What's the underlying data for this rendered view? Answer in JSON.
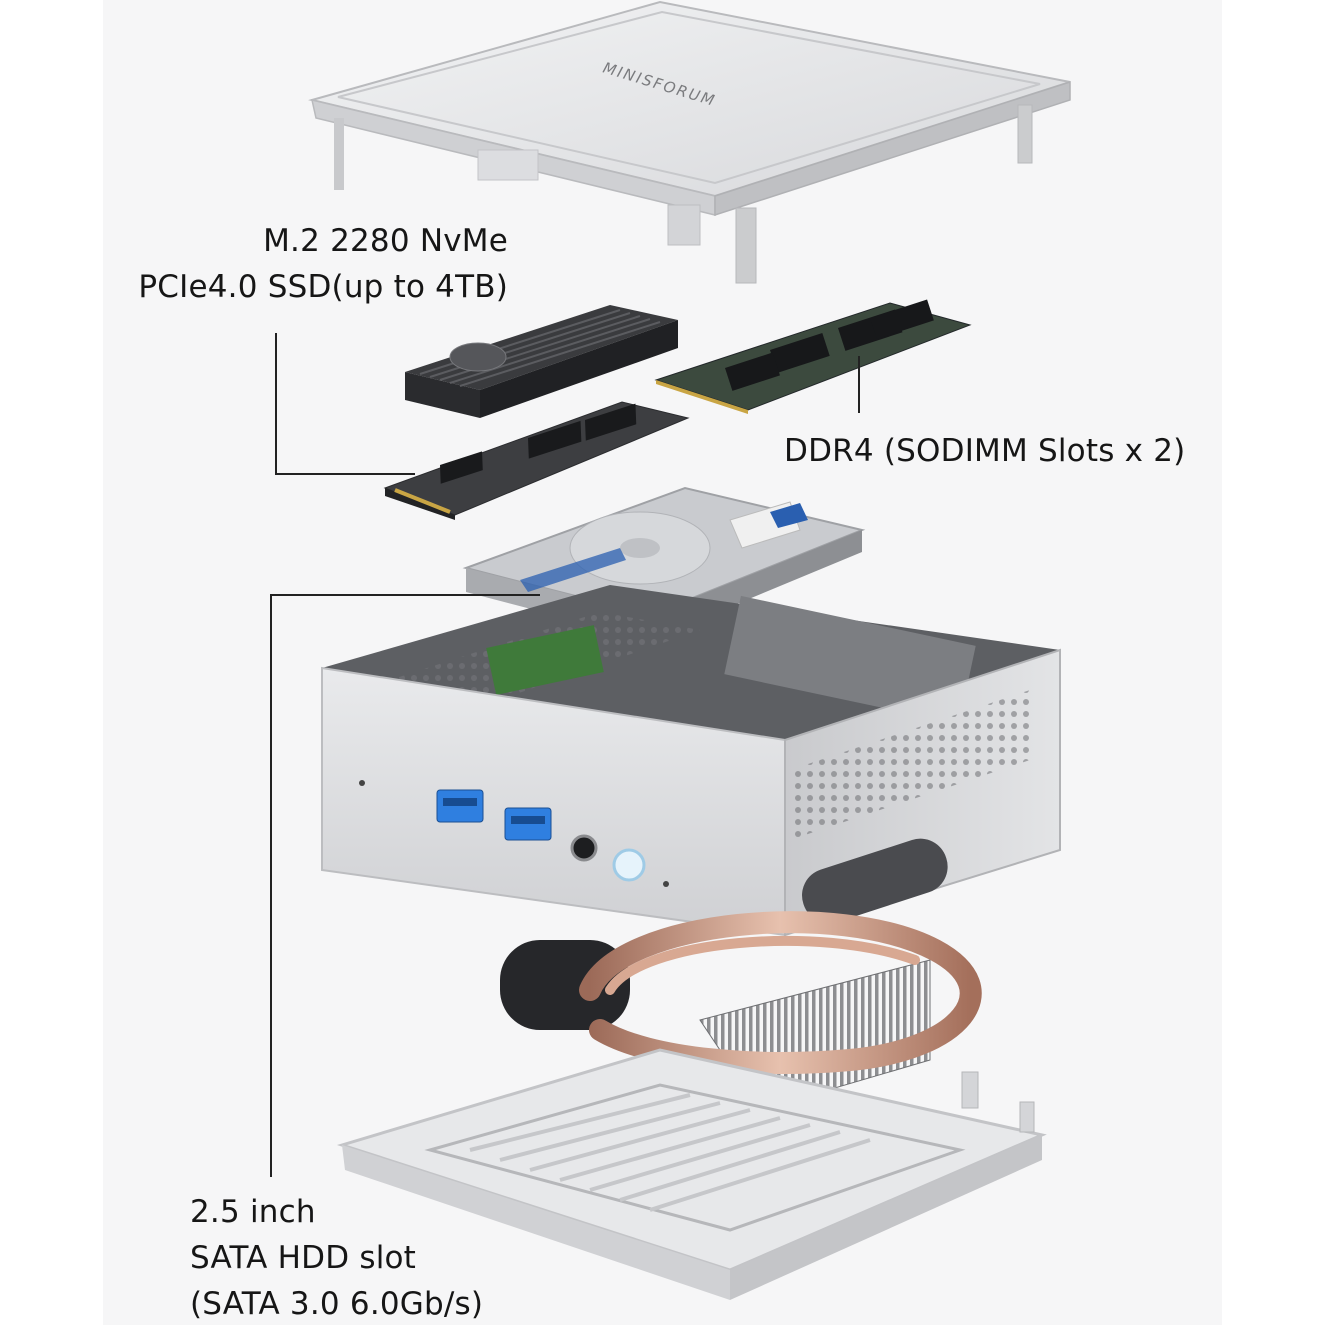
{
  "brand": {
    "logo_text": "MINISFORUM"
  },
  "callouts": {
    "ssd": {
      "line1": "M.2 2280 NvMe",
      "line2": "PCIe4.0 SSD(up to 4TB)"
    },
    "ram": {
      "line1": "DDR4 (SODIMM Slots x 2)"
    },
    "hdd": {
      "line1": "2.5 inch",
      "line2": "SATA HDD slot",
      "line3": "(SATA 3.0 6.0Gb/s)"
    }
  },
  "colors": {
    "background_panel": "#f6f6f7",
    "chassis_silver": "#d9dadd",
    "heatsink_dark": "#2f3033",
    "ssd_dark": "#3b3c3f",
    "hdd_label_blue": "#2a5fb0",
    "copper_heatpipe": "#b8826a",
    "usb_blue": "#2f7fe0",
    "callout_line": "#222222"
  }
}
